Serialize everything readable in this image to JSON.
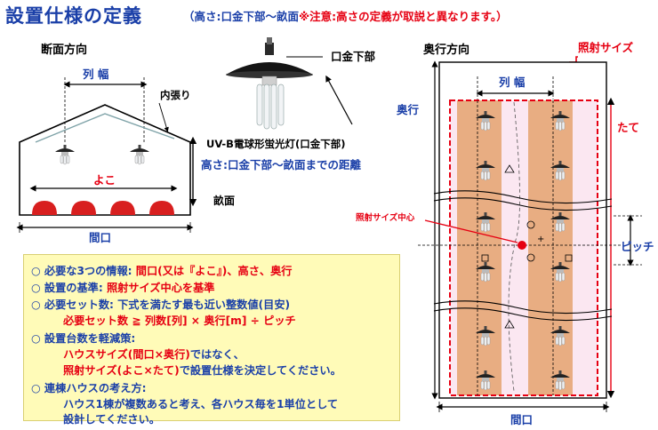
{
  "title": "設置仕様の定義",
  "subtitle": {
    "prefix": "（高さ:口金下部～畝面",
    "note": "※注意:高さの定義が取説と異なります。）"
  },
  "cross_section": {
    "heading": "断面方向",
    "row_width": "列 幅",
    "inner_lining": "内張り",
    "yoko": "よこ",
    "une": "畝面",
    "maguchi": "間口"
  },
  "lamp": {
    "base_label": "口金下部",
    "lamp_label": "UV-B電球形蛍光灯(口金下部)",
    "height_label": "高さ:口金下部～畝面までの距離"
  },
  "depth": {
    "heading": "奥行方向",
    "irradiation_size": "照射サイズ",
    "row_width": "列 幅",
    "okuyuki": "奥行",
    "tate": "たて",
    "center": "照射サイズ中心",
    "pitch": "ピッチ",
    "maguchi": "間口"
  },
  "info": {
    "l1_a": "○ 必要な3つの情報: ",
    "l1_b": "間口(又は『よこ』)、高さ、奥行",
    "l2_a": "○ 設置の基準: ",
    "l2_b": "照射サイズ中心を基準",
    "l3": "○ 必要セット数: 下式を満たす最も近い整数値(目安)",
    "l4": "必要セット数 ≧ 列数[列] × 奥行[m] ÷ ピッチ",
    "l5": "○ 設置台数を軽減策:",
    "l6_a": "ハウスサイズ(間口×奥行)",
    "l6_b": "ではなく、",
    "l7_a": "照射サイズ(よこ×たて)",
    "l7_b": "で設置仕様を決定してください。",
    "l8": "○ 連棟ハウスの考え方:",
    "l9": "ハウス1棟が複数あると考え、各ハウス毎を1単位として",
    "l10": "設計してください。"
  },
  "colors": {
    "title_blue": "#1a3fa8",
    "red": "#e60012",
    "info_bg": "#fffbb8",
    "stripe": "#e8ad82",
    "ridge": "#d81f1f"
  }
}
